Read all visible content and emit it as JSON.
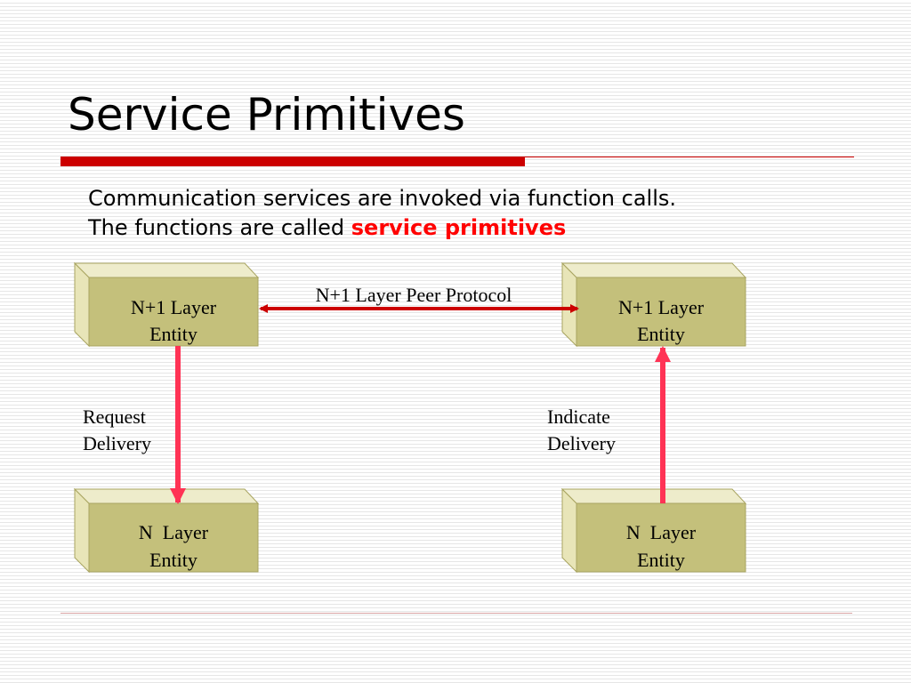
{
  "slide": {
    "title": "Service Primitives",
    "body_line1": "Communication services are invoked via function calls.",
    "body_line2_prefix": "The functions are called ",
    "body_line2_emphasis": "service primitives"
  },
  "diagram": {
    "boxes": {
      "upper_left": {
        "line1": "N+1 Layer",
        "line2": "Entity"
      },
      "upper_right": {
        "line1": "N+1 Layer",
        "line2": "Entity"
      },
      "lower_left": {
        "line1": "N  Layer",
        "line2": "Entity"
      },
      "lower_right": {
        "line1": "N  Layer",
        "line2": "Entity"
      }
    },
    "peer_protocol_label": "N+1 Layer Peer Protocol",
    "left_arrow_label": {
      "line1": "Request",
      "line2": "Delivery"
    },
    "right_arrow_label": {
      "line1": "Indicate",
      "line2": "Delivery"
    }
  },
  "colors": {
    "title_rule": "#cc0000",
    "box_face": "#c4c07b",
    "box_bevel": "#e8e5b8",
    "peer_arrow": "#cc0000",
    "primitive_arrow": "#ff3355",
    "emphasis_text": "#ff0000"
  }
}
